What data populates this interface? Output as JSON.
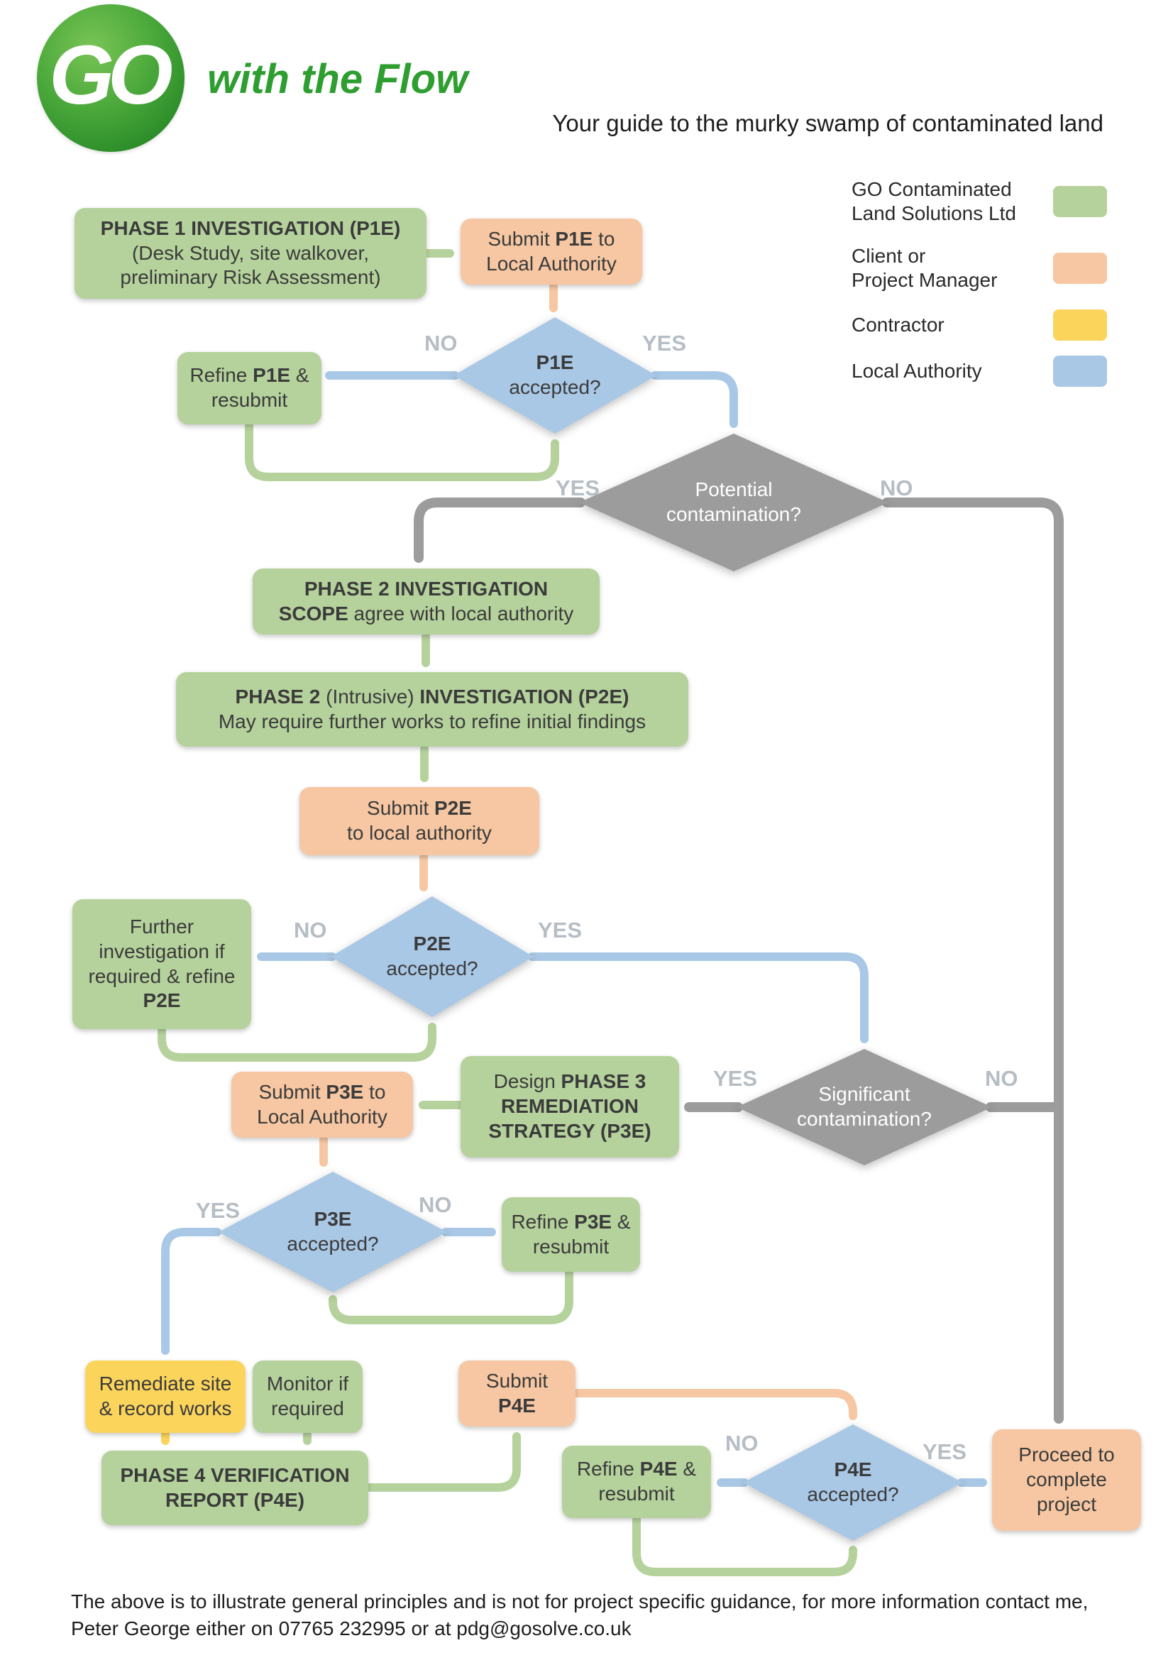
{
  "header": {
    "logo": "GO",
    "title": "with the Flow",
    "subtitle": "Your guide to the murky swamp of contaminated land"
  },
  "legend": [
    {
      "label": "GO Contaminated\nLand Solutions Ltd",
      "color": "#b5d29c"
    },
    {
      "label": "Client or\nProject Manager",
      "color": "#f6c7a2"
    },
    {
      "label": "Contractor",
      "color": "#fbd45c"
    },
    {
      "label": "Local Authority",
      "color": "#a9c8e6"
    }
  ],
  "nodes": {
    "phase1": "**PHASE 1 INVESTIGATION (P1E)**\n(Desk Study, site walkover,\npreliminary Risk Assessment)",
    "submit_p1e": "Submit **P1E** to\nLocal Authority",
    "d_p1e": "**P1E**\naccepted?",
    "refine_p1e": "Refine **P1E** &\nresubmit",
    "d_potential": "Potential\ncontamination?",
    "p2_scope": "**PHASE 2 INVESTIGATION\nSCOPE** agree with local authority",
    "p2": "**PHASE 2** (Intrusive) **INVESTIGATION (P2E)**\nMay require further works to refine initial findings",
    "submit_p2e": "Submit **P2E**\nto local authority",
    "d_p2e": "**P2E**\naccepted?",
    "further_inv": "Further\ninvestigation if\nrequired & refine\n**P2E**",
    "d_significant": "Significant\ncontamination?",
    "design_p3e": "Design **PHASE 3\nREMEDIATION\nSTRATEGY (P3E)**",
    "submit_p3e": "Submit **P3E** to\nLocal Authority",
    "d_p3e": "**P3E**\naccepted?",
    "refine_p3e": "Refine **P3E** &\nresubmit",
    "remediate": "Remediate site\n& record works",
    "monitor": "Monitor if\nrequired",
    "submit_p4e": "Submit\n**P4E**",
    "p4": "**PHASE 4 VERIFICATION\nREPORT (P4E)**",
    "d_p4e": "**P4E**\naccepted?",
    "refine_p4e": "Refine **P4E** &\nresubmit",
    "proceed": "Proceed to\ncomplete\nproject"
  },
  "branch_labels": [
    "NO",
    "YES",
    "YES",
    "NO",
    "NO",
    "YES",
    "YES",
    "NO",
    "YES",
    "NO",
    "NO",
    "YES"
  ],
  "footer": "The above is to illustrate general principles and is not for project specific guidance, for more information contact me,\nPeter George either on 07765 232995 or at pdg@gosolve.co.uk",
  "colors": {
    "go_green": "#b5d29c",
    "client_orange": "#f6c7a2",
    "contractor_yellow": "#fbd45c",
    "authority_blue": "#a9c8e6",
    "decision_gray": "#9c9c9c",
    "brand_green": "#2d9e2f",
    "branch_label_gray": "#b6bdc4"
  }
}
